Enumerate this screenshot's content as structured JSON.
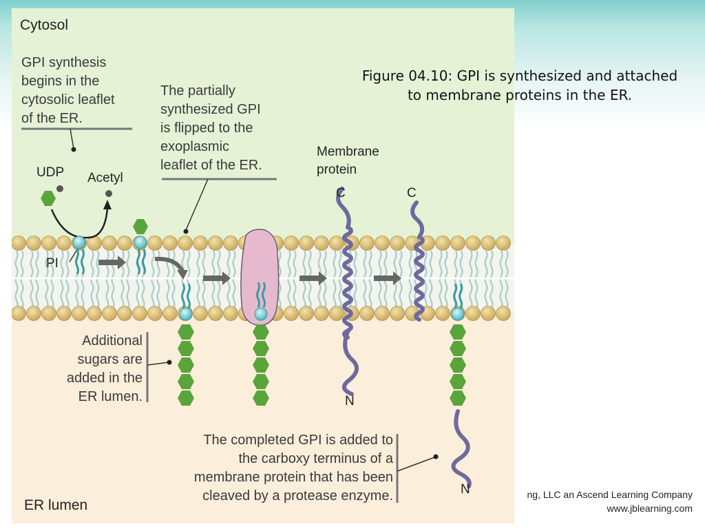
{
  "slide": {
    "caption_line1": "Figure 04.10: GPI is synthesized and attached",
    "caption_line2": "to membrane proteins in the ER.",
    "copyright_line1": "ng, LLC an Ascend Learning Company",
    "copyright_line2": "www.jblearning.com"
  },
  "diagram": {
    "cytosol_label": "Cytosol",
    "er_lumen_label": "ER lumen",
    "step1_lines": [
      "GPI synthesis",
      "begins in the",
      "cytosolic leaflet",
      "of the ER."
    ],
    "step2_lines": [
      "The partially",
      "synthesized GPI",
      "is flipped to the",
      "exoplasmic",
      "leaflet of the ER."
    ],
    "step3_lines": [
      "Additional",
      "sugars are",
      "added in the",
      "ER lumen."
    ],
    "step4_lines": [
      "The completed GPI is added to",
      "the carboxy terminus of a",
      "membrane protein that has been",
      "cleaved by a protease enzyme."
    ],
    "udp_label": "UDP",
    "acetyl_label": "Acetyl",
    "pi_label": "PI",
    "membrane_protein_lines": [
      "Membrane",
      "protein"
    ],
    "c_label_1": "C",
    "c_label_2": "C",
    "n_label_1": "N",
    "n_label_2": "N"
  },
  "colors": {
    "cytosol_bg": "#e6f2d6",
    "lumen_bg": "#fbeedb",
    "lipid_head": "#d9bf7a",
    "lipid_tail": "#a8cbc6",
    "sugar_green": "#5aa43c",
    "pi_cyan": "#7fd3d8",
    "protein_purple": "#6e6a9e",
    "enzyme_pink": "#e6b9cf"
  }
}
